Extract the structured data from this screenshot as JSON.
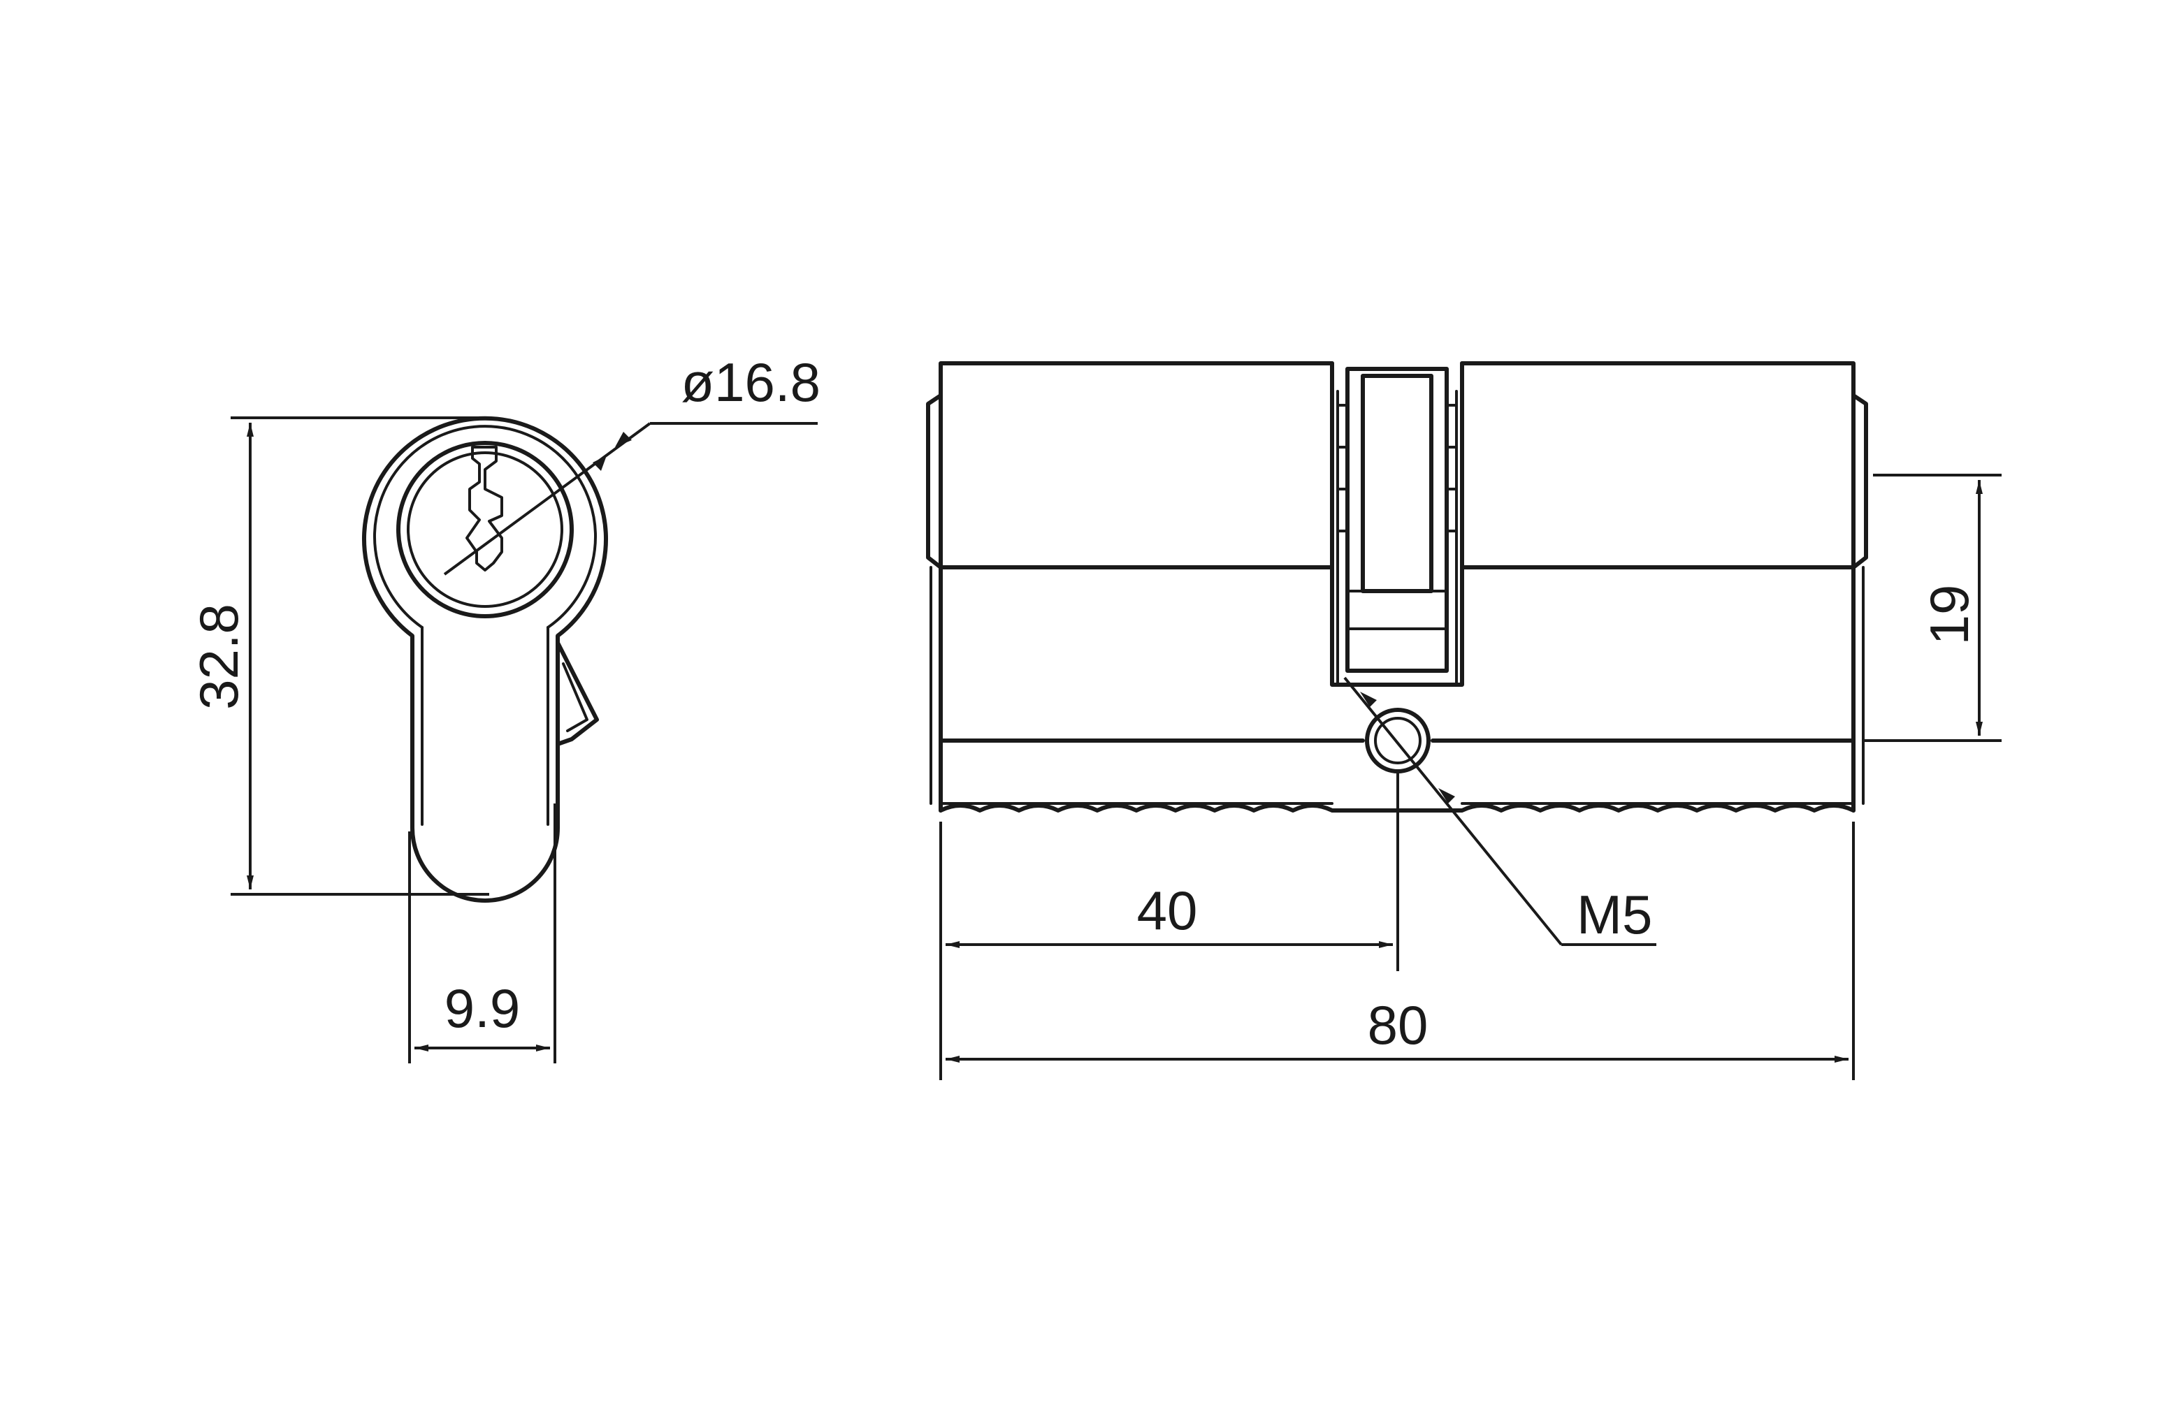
{
  "labels": {
    "diameter": "ø16.8",
    "height": "32.8",
    "cam_width": "9.9",
    "half_length": "40",
    "total_length": "80",
    "body_height": "19",
    "screw_thread": "M5"
  },
  "colors": {
    "line": "#1a1a1a",
    "background": "#ffffff"
  }
}
